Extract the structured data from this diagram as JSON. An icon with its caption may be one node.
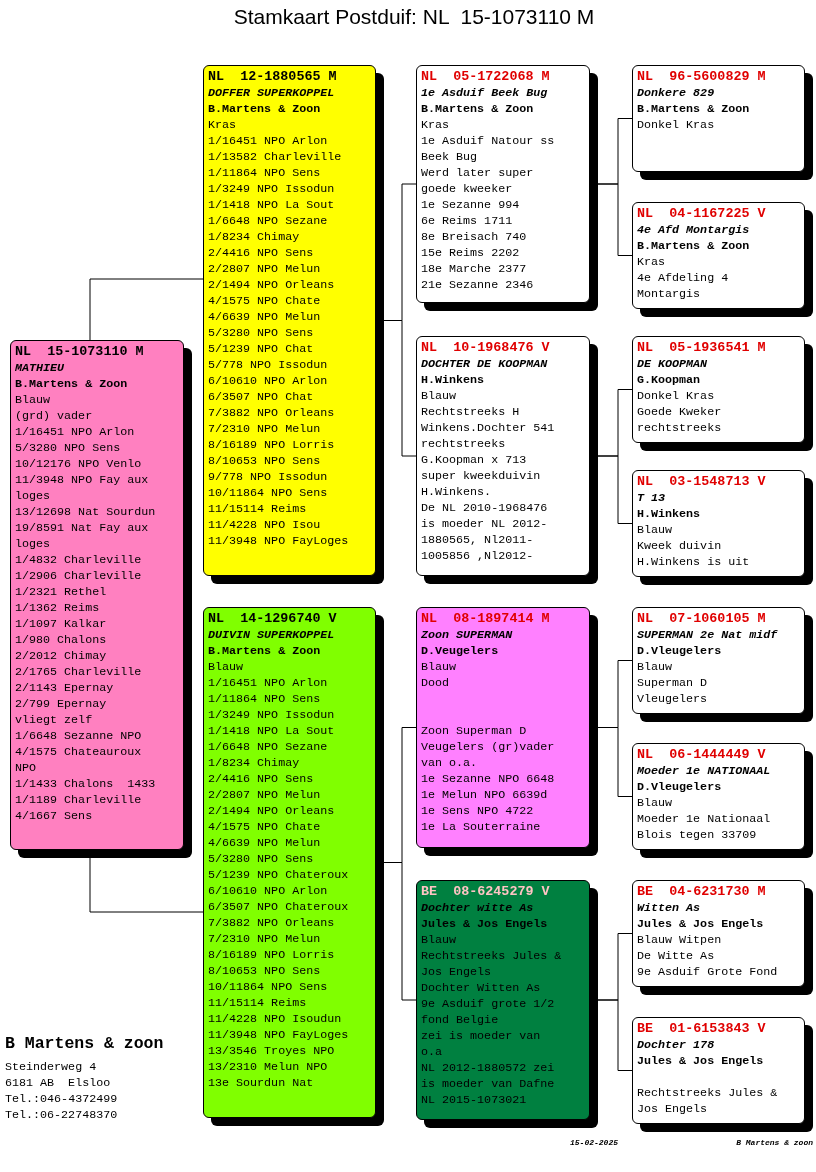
{
  "diagram": {
    "title": "Stamkaart Postduif: NL  15-1073110 M",
    "nodes": [
      {
        "text": [
          "NL  15-1073110 M",
          "MATHIEU",
          "B.Martens & Zoon",
          "Blauw",
          "(grd) vader",
          "1/16451 NPO Arlon",
          "5/3280 NPO Sens",
          "10/12176 NPO Venlo",
          "11/3948 NPO Fay aux loges",
          "13/12698 Nat Sourdun",
          "19/8591 Nat Fay aux loges",
          "1/4832 Charleville",
          "1/2906 Charleville",
          "1/2321 Rethel",
          "1/1362 Reims",
          "1/1097 Kalkar",
          "1/980 Chalons",
          "2/2012 Chimay",
          "2/1765 Charleville",
          "2/1143 Epernay",
          "2/799 Epernay",
          "vliegt zelf",
          "1/6648 Sezanne NPO",
          "4/1575 Chateauroux NPO",
          "1/1433 Chalons  1433",
          "1/1189 Charleville",
          "4/1667 Sens"
        ]
      },
      {
        "text": [
          "NL  12-1880565 M",
          "DOFFER SUPERKOPPEL",
          "B.Martens & Zoon",
          "Kras",
          "1/16451 NPO Arlon",
          "1/13582 Charleville",
          "1/11864 NPO Sens",
          "1/3249 NPO Issodun",
          "1/1418 NPO La Sout",
          "1/6648 NPO Sezane",
          "1/8234 Chimay",
          "2/4416 NPO Sens",
          "2/2807 NPO Melun",
          "2/1494 NPO Orleans",
          "4/1575 NPO Chate",
          "4/6639 NPO Melun",
          "5/3280 NPO Sens",
          "5/1239 NPO Chat",
          "5/778 NPO Issodun",
          "6/10610 NPO Arlon",
          "6/3507 NPO Chat",
          "7/3882 NPO Orleans",
          "7/2310 NPO Melun",
          "8/16189 NPO Lorris",
          "8/10653 NPO Sens",
          "9/778 NPO Issodun",
          "10/11864 NPO Sens",
          "11/15114 Reims",
          "11/4228 NPO Isou",
          "11/3948 NPO FayLoges"
        ]
      },
      {
        "text": [
          "NL  14-1296740 V",
          "DUIVIN SUPERKOPPEL",
          "B.Martens & Zoon",
          "Blauw",
          "1/16451 NPO Arlon",
          "1/11864 NPO Sens",
          "1/3249 NPO Issodun",
          "1/1418 NPO La Sout",
          "1/6648 NPO Sezane",
          "1/8234 Chimay",
          "2/4416 NPO Sens",
          "2/2807 NPO Melun",
          "2/1494 NPO Orleans",
          "4/1575 NPO Chate",
          "4/6639 NPO Melun",
          "5/3280 NPO Sens",
          "5/1239 NPO Chateroux",
          "6/10610 NPO Arlon",
          "6/3507 NPO Chateroux",
          "7/3882 NPO Orleans",
          "7/2310 NPO Melun",
          "8/16189 NPO Lorris",
          "8/10653 NPO Sens",
          "10/11864 NPO Sens",
          "11/15114 Reims",
          "11/4228 NPO Isoudun",
          "11/3948 NPO FayLoges",
          "13/3546 Troyes NPO",
          "13/2310 Melun NPO",
          "13e Sourdun Nat"
        ]
      },
      {
        "text": [
          "NL  05-1722068 M",
          "1e Asduif Beek Bug",
          "B.Martens & Zoon",
          "Kras",
          "1e Asduif Natour ss Beek Bug",
          "Werd later super goede kweeker",
          "1e Sezanne 994",
          "6e Reims 1711",
          "8e Breisach 740",
          "15e Reims 2202",
          "18e Marche 2377",
          "21e Sezanne 2346"
        ]
      },
      {
        "text": [
          "NL  10-1968476 V",
          "DOCHTER DE KOOPMAN",
          "H.Winkens",
          "Blauw",
          "Rechtstreeks H Winkens.Dochter 541 rechtstreeks G.Koopman x 713 super kweekduivin H.Winkens.",
          "De NL 2010-1968476 is moeder NL 2012-1880565, Nl2011-1005856 ,Nl2012-"
        ]
      },
      {
        "text": [
          "NL  08-1897414 M",
          "Zoon SUPERMAN",
          "D.Veugelers",
          "Blauw",
          "Dood",
          "Zoon Superman D Veugelers (gr)vader van o.a.",
          "1e Sezanne NPO 6648",
          "1e Melun NPO 6639d",
          "1e Sens NPO 4722",
          "1e La Souterraine"
        ]
      },
      {
        "text": [
          "BE  08-6245279 V",
          "Dochter witte As",
          "Jules & Jos Engels",
          "Blauw",
          "Rechtstreeks Jules & Jos Engels",
          "Dochter Witten As",
          "9e Asduif grote 1/2 fond Belgie",
          "zei is moeder van o.a",
          "NL 2012-1880572 zei is moeder van Dafne",
          "NL 2015-1073021"
        ]
      },
      {
        "text": [
          "NL  96-5600829 M",
          "Donkere 829",
          "B.Martens & Zoon",
          "Donkel Kras"
        ]
      },
      {
        "text": [
          "NL  04-1167225 V",
          "4e Afd Montargis",
          "B.Martens & Zoon",
          "Kras",
          "4e Afdeling 4 Montargis"
        ]
      },
      {
        "text": [
          "NL  05-1936541 M",
          "DE KOOPMAN",
          "G.Koopman",
          "Donkel Kras",
          "Goede Kweker rechtstreeks"
        ]
      },
      {
        "text": [
          "NL  03-1548713 V",
          "T 13",
          "H.Winkens",
          "Blauw",
          "Kweek duivin H.Winkens is uit"
        ]
      },
      {
        "text": [
          "NL  07-1060105 M",
          "SUPERMAN 2e Nat midf",
          "D.Vleugelers",
          "Blauw",
          "Superman D Vleugelers"
        ]
      },
      {
        "text": [
          "NL  06-1444449 V",
          "Moeder 1e NATIONAAL",
          "D.Vleugelers",
          "Blauw",
          "Moeder 1e Nationaal Blois tegen 33709"
        ]
      },
      {
        "text": [
          "BE  04-6231730 M",
          "Witten As",
          "Jules & Jos Engels",
          "Blauw Witpen",
          "De Witte As",
          "9e Asduif Grote Fond"
        ]
      },
      {
        "text": [
          "BE  01-6153843 V",
          "Dochter 178",
          "Jules & Jos Engels",
          "Rechtstreeks Jules & Jos Engels"
        ]
      }
    ],
    "edges": [
      {
        "from": 0,
        "to": 1,
        "arrow": "none"
      },
      {
        "from": 0,
        "to": 2,
        "arrow": "none"
      },
      {
        "from": 1,
        "to": 3,
        "arrow": "none"
      },
      {
        "from": 1,
        "to": 4,
        "arrow": "none"
      },
      {
        "from": 2,
        "to": 5,
        "arrow": "none"
      },
      {
        "from": 2,
        "to": 6,
        "arrow": "none"
      },
      {
        "from": 3,
        "to": 7,
        "arrow": "none"
      },
      {
        "from": 3,
        "to": 8,
        "arrow": "none"
      },
      {
        "from": 4,
        "to": 9,
        "arrow": "none"
      },
      {
        "from": 4,
        "to": 10,
        "arrow": "none"
      },
      {
        "from": 5,
        "to": 11,
        "arrow": "none"
      },
      {
        "from": 5,
        "to": 12,
        "arrow": "none"
      },
      {
        "from": 6,
        "to": 13,
        "arrow": "none"
      },
      {
        "from": 6,
        "to": 14,
        "arrow": "none"
      }
    ],
    "labels": [
      "B Martens & zoon",
      "Steinderweg 4",
      "6181 AB  Elsloo",
      "Tel.:046-4372499",
      "Tel.:06-22748370",
      "15-02-2025",
      "B Martens & zoon"
    ]
  }
}
